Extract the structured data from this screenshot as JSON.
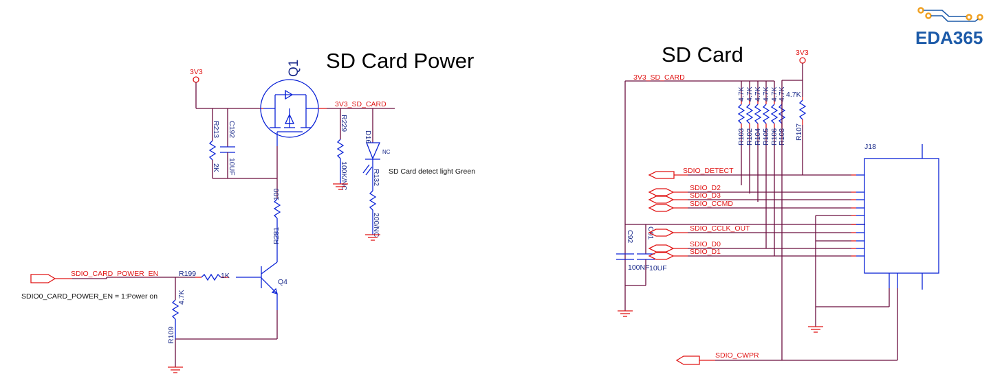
{
  "power_section": {
    "title": "SD Card Power",
    "supply_label": "3V3",
    "output_net": "3V3_SD_CARD",
    "mosfet": {
      "ref": "Q1"
    },
    "r213": {
      "ref": "R213",
      "value": "2K"
    },
    "c192": {
      "ref": "C192",
      "value": "10UF"
    },
    "r229": {
      "ref": "R229",
      "value": "100K/NC"
    },
    "d16": {
      "ref": "D16",
      "value": "NC"
    },
    "r132": {
      "ref": "R132",
      "value": "200/NC"
    },
    "led_note": "SD Card detect light Green",
    "r281": {
      "ref": "R281",
      "value": "100"
    },
    "q4": {
      "ref": "Q4"
    },
    "r199": {
      "ref": "R199",
      "value": "1K"
    },
    "r109": {
      "ref": "R109",
      "value": "4.7K"
    },
    "enable_net": "SDIO_CARD_POWER_EN",
    "enable_note": "SDIO0_CARD_POWER_EN   =   1:Power   on"
  },
  "card_section": {
    "title": "SD Card",
    "supply_label": "3V3",
    "supply_net": "3V3_SD_CARD",
    "pullups": [
      {
        "ref": "R103",
        "value": "4.7K"
      },
      {
        "ref": "R102",
        "value": "4.7K"
      },
      {
        "ref": "R104",
        "value": "4.7K"
      },
      {
        "ref": "R105",
        "value": "4.7K"
      },
      {
        "ref": "R106",
        "value": "4.7K"
      },
      {
        "ref": "R108",
        "value": "4.7K"
      }
    ],
    "r107": {
      "ref": "R107",
      "value": "4.7K"
    },
    "c92": {
      "ref": "C92",
      "value": "100NF"
    },
    "c91": {
      "ref": "C91",
      "value": "10UF"
    },
    "connector": {
      "ref": "J18"
    },
    "nets": {
      "detect": "SDIO_DETECT",
      "d2": "SDIO_D2",
      "d3": "SDIO_D3",
      "cmd": "SDIO_CCMD",
      "clk": "SDIO_CCLK_OUT",
      "d0": "SDIO_D0",
      "d1": "SDIO_D1",
      "wp": "SDIO_CWPR"
    }
  },
  "logo": {
    "text": "EDA365"
  }
}
